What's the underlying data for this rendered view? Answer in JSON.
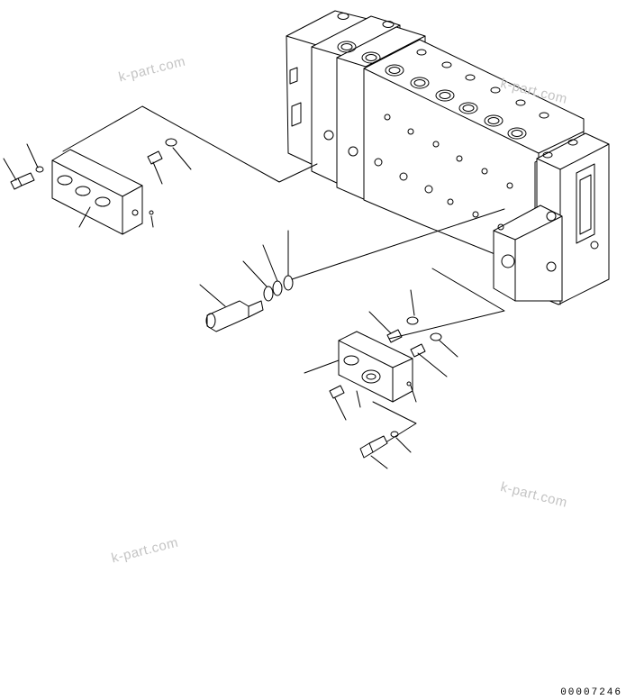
{
  "watermark": {
    "text_1": "k-part.com",
    "text_2": "k-part.com",
    "text_3": "k-part.com",
    "text_4": "k-part.com"
  },
  "drawing_number": "00007246",
  "colors": {
    "line": "#000000",
    "background": "#ffffff",
    "watermark": "#c4c4c4"
  }
}
